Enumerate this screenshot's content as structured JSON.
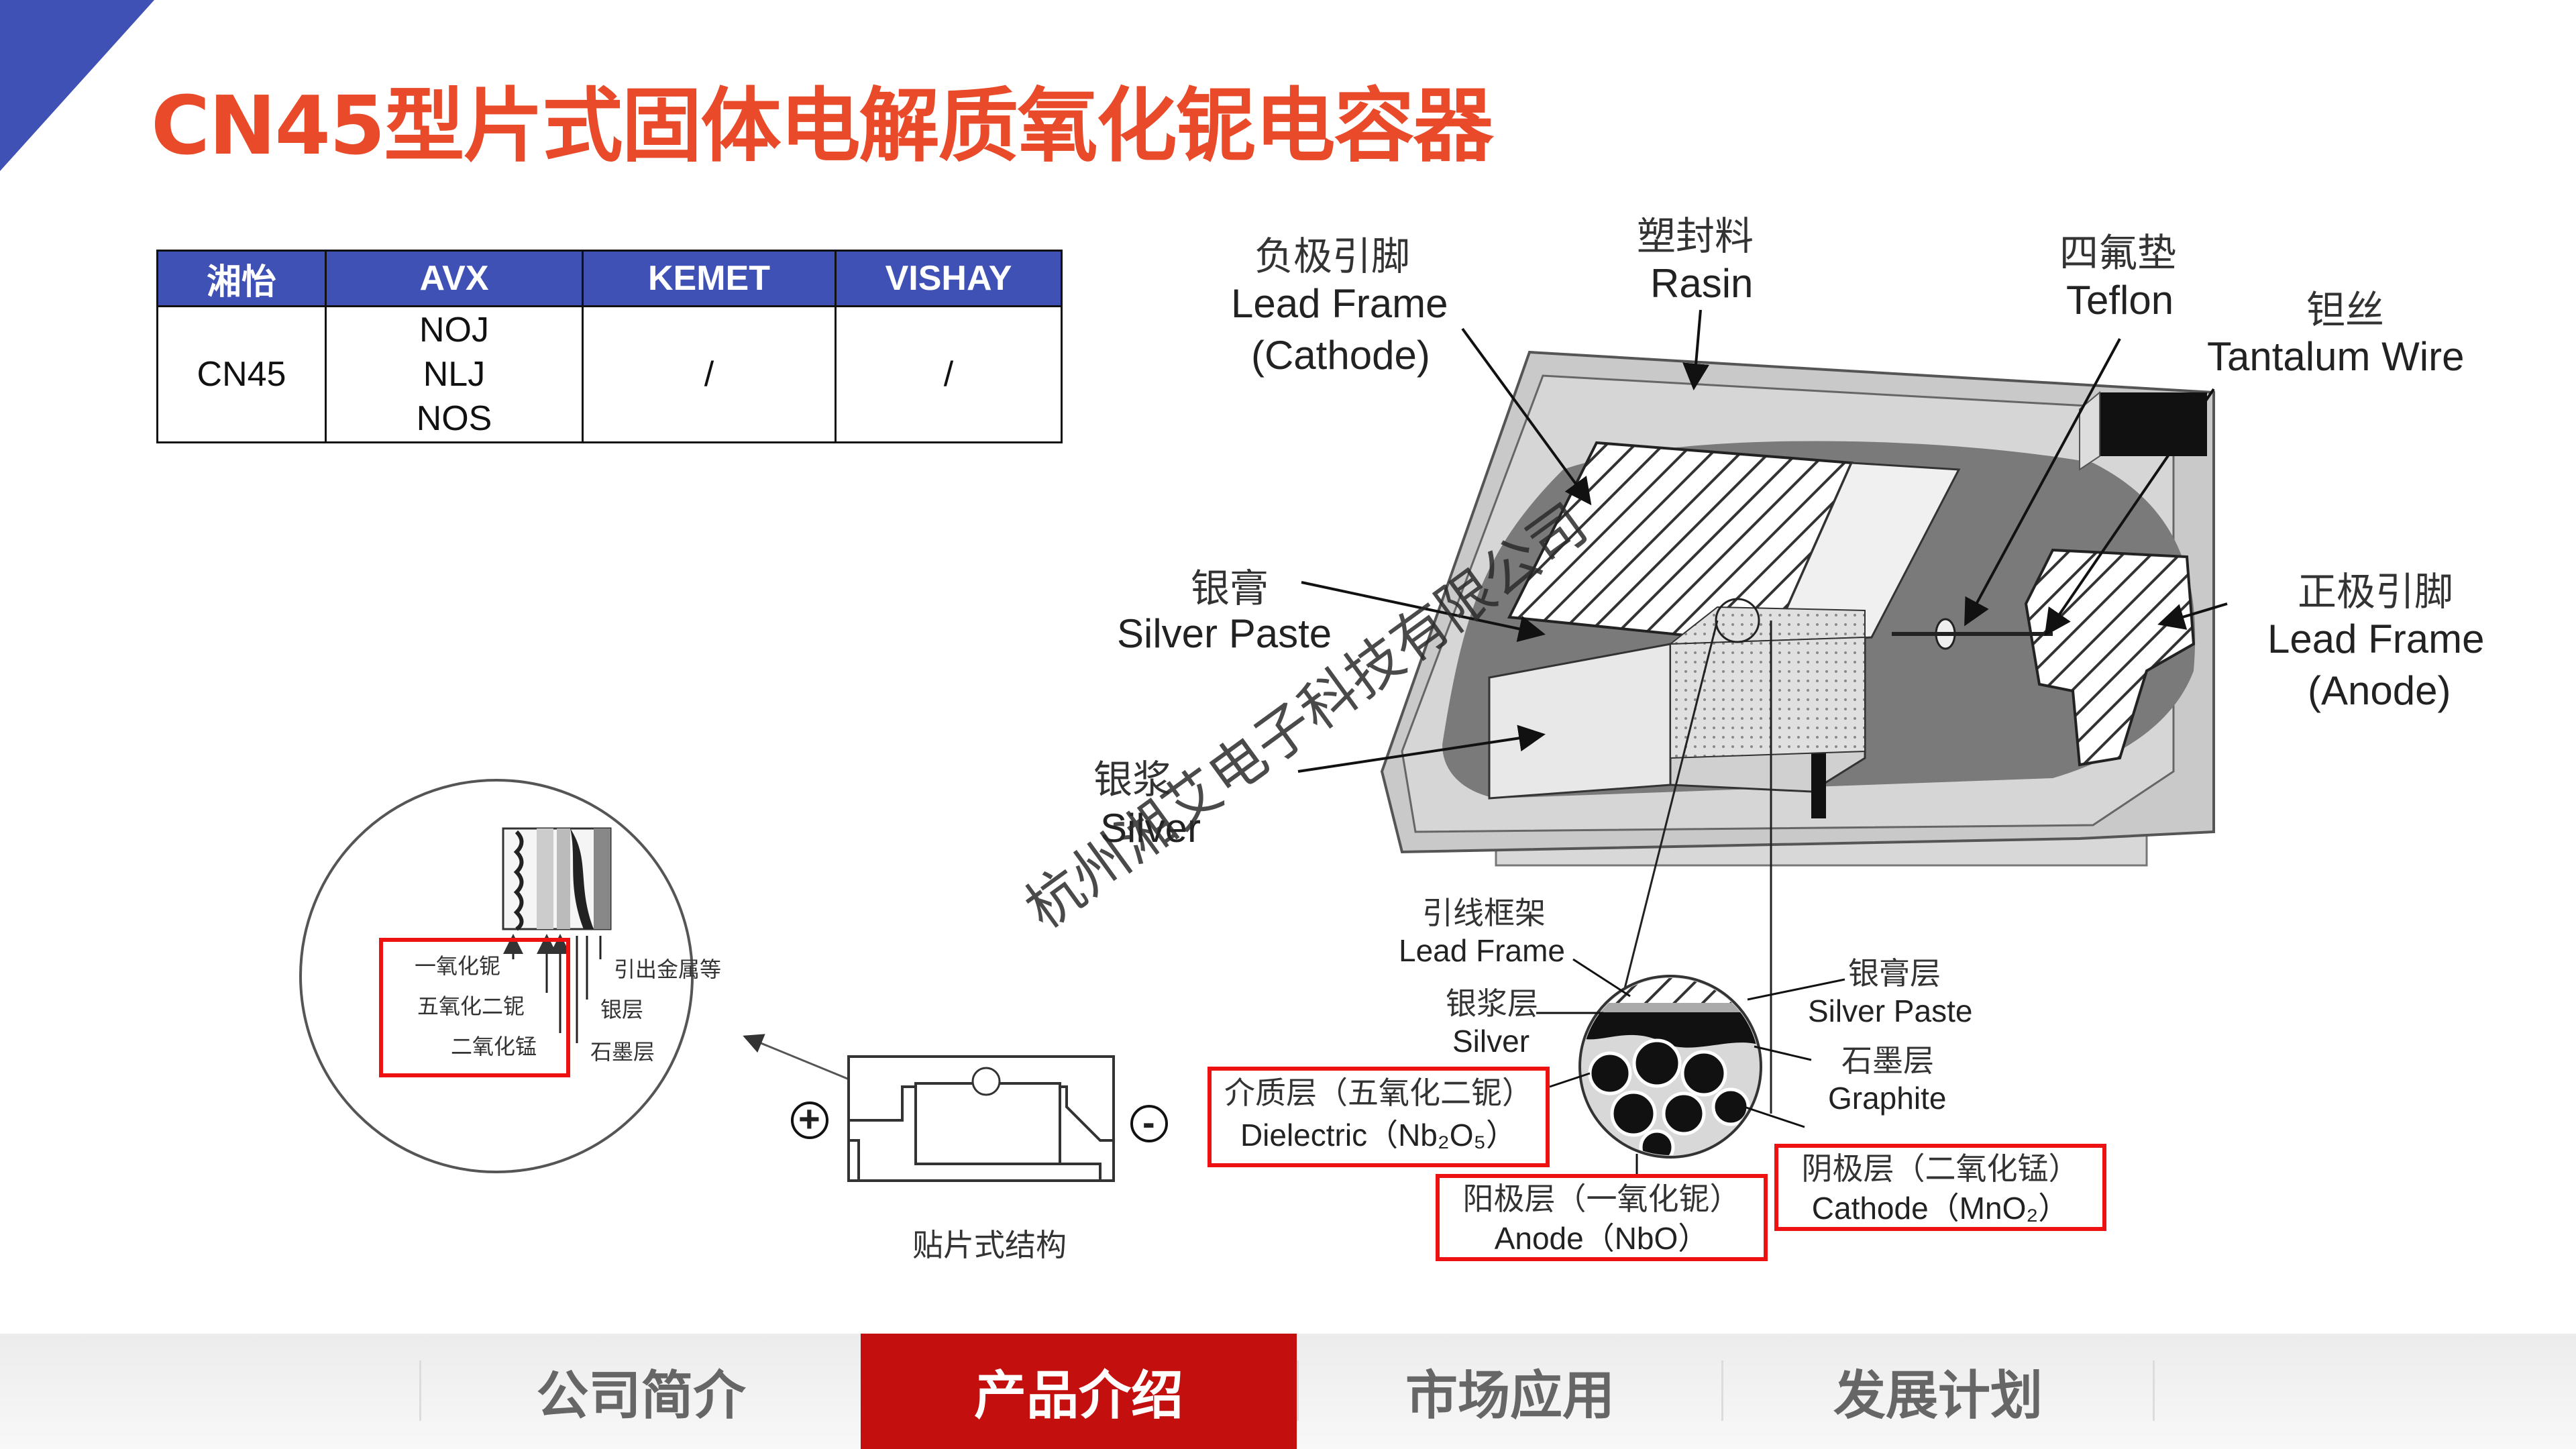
{
  "title": "CN45型片式固体电解质氧化铌电容器",
  "spec_table": {
    "headers": [
      "湘怡",
      "AVX",
      "KEMET",
      "VISHAY"
    ],
    "row": {
      "xiangyi": "CN45",
      "avx": [
        "NOJ",
        "NLJ",
        "NOS"
      ],
      "kemet": "/",
      "vishay": "/"
    }
  },
  "diagram": {
    "labels": {
      "cathode_zh": "负极引脚",
      "cathode_en1": "Lead Frame",
      "cathode_en2": "(Cathode)",
      "rasin_zh": "塑封料",
      "rasin_en": "Rasin",
      "teflon_zh": "四氟垫",
      "teflon_en": "Teflon",
      "wire_zh": "钽丝",
      "wire_en": "Tantalum Wire",
      "silverpaste_zh": "银膏",
      "silverpaste_en": "Silver Paste",
      "anode_zh": "正极引脚",
      "anode_en1": "Lead Frame",
      "anode_en2": "(Anode)",
      "silver_zh": "银浆",
      "silver_en": "Silver"
    },
    "detail": {
      "leadframe_zh": "引线框架",
      "leadframe_en": "Lead Frame",
      "silverslurry_zh": "银浆层",
      "silverslurry_en": "Silver",
      "silverpastelayer_zh": "银膏层",
      "silverpastelayer_en": "Silver Paste",
      "graphite_zh": "石墨层",
      "graphite_en": "Graphite",
      "dielectric_zh": "介质层（五氧化二铌）",
      "dielectric_en": "Dielectric（Nb₂O₅）",
      "anode_zh": "阳极层（一氧化铌）",
      "anode_en": "Anode（NbO）",
      "cathode_zh": "阴极层（二氧化锰）",
      "cathode_en": "Cathode（MnO₂）"
    },
    "smd": {
      "caption": "贴片式结构",
      "plus": "+",
      "minus": "-",
      "layers": [
        "一氧化铌",
        "五氧化二铌",
        "二氧化锰"
      ],
      "right_labels": [
        "引出金属等",
        "银层",
        "石墨层"
      ]
    }
  },
  "watermark": "杭州湘艾电子科技有限公司",
  "nav": {
    "items": [
      "公司简介",
      "产品介绍",
      "市场应用",
      "发展计划"
    ],
    "active_index": 1
  },
  "colors": {
    "title": "#e84a2a",
    "table_header": "#3f51b5",
    "nav_active": "#c40f0f",
    "highlight": "#e11111"
  }
}
